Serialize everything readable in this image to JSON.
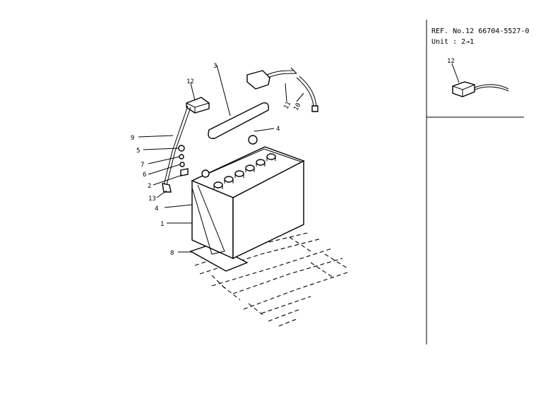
{
  "reference": {
    "line1": "REF. No.12  66704-5527-0",
    "line2": "Unit : 2→1"
  },
  "inset": {
    "label": "12"
  },
  "callouts": [
    "1",
    "2",
    "3",
    "4",
    "4",
    "5",
    "6",
    "7",
    "8",
    "9",
    "10",
    "11",
    "12",
    "13"
  ]
}
